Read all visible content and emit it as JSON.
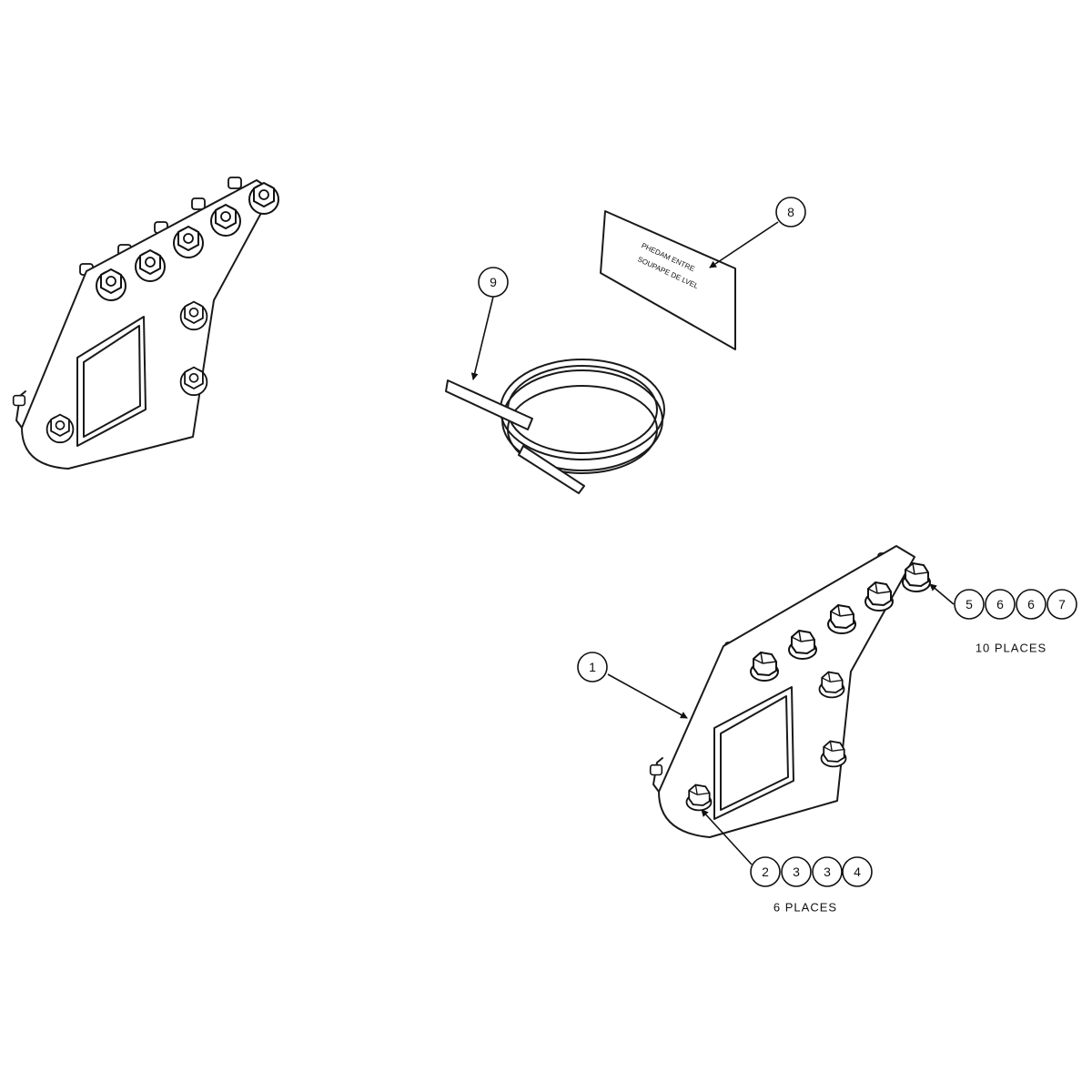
{
  "callouts": {
    "tube_coil": "9",
    "label_plate": "8",
    "bracket": "1",
    "bolt_group_top": [
      "5",
      "6",
      "6",
      "7"
    ],
    "bolt_group_bottom": [
      "2",
      "3",
      "3",
      "4"
    ]
  },
  "notes": {
    "top_places": "10 PLACES",
    "bottom_places": "6 PLACES"
  },
  "decal_lines": [
    "PHEDAM ENTRE",
    "SOUPAPE DE LVEL"
  ]
}
